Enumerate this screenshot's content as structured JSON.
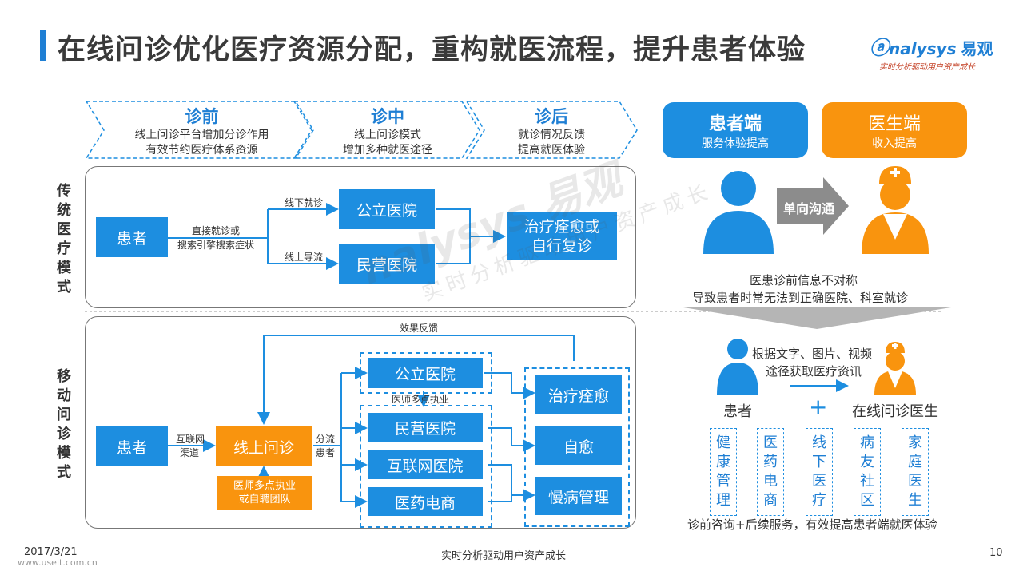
{
  "header": {
    "title": "在线问诊优化医疗资源分配，重构就医流程，提升患者体验",
    "logo_main": "nalysys",
    "logo_brand": "易观",
    "logo_tagline": "实时分析驱动用户资产成长"
  },
  "stages": [
    {
      "title": "诊前",
      "lines": [
        "线上问诊平台增加分诊作用",
        "有效节约医疗体系资源"
      ]
    },
    {
      "title": "诊中",
      "lines": [
        "线上问诊模式",
        "增加多种就医途径"
      ]
    },
    {
      "title": "诊后",
      "lines": [
        "就诊情况反馈",
        "提高就医体验"
      ]
    }
  ],
  "traditional": {
    "side_label": [
      "传",
      "统",
      "医",
      "疗",
      "模",
      "式"
    ],
    "patient": "患者",
    "route_label_1": "直接就诊或",
    "route_label_2": "搜索引擎搜索症状",
    "offline_label": "线下就诊",
    "online_label": "线上导流",
    "public_hospital": "公立医院",
    "private_hospital": "民营医院",
    "outcome_1": "治疗痊愈或",
    "outcome_2": "自行复诊"
  },
  "mobile": {
    "side_label": [
      "移",
      "动",
      "问",
      "诊",
      "模",
      "式"
    ],
    "feedback_label": "效果反馈",
    "patient": "患者",
    "channel_1": "互联网",
    "channel_2": "渠道",
    "online_consult": "线上问诊",
    "split_1": "分流",
    "split_2": "患者",
    "doctors_1": "医师多点执业",
    "doctors_2": "或自聘团队",
    "multi_site_label": "医师多点执业",
    "public_hospital": "公立医院",
    "private_hospital": "民营医院",
    "internet_hospital": "互联网医院",
    "pharma_ecommerce": "医药电商",
    "cured": "治疗痊愈",
    "self_heal": "自愈",
    "chronic": "慢病管理"
  },
  "right": {
    "patient_side_title": "患者端",
    "patient_side_sub": "服务体验提高",
    "doctor_side_title": "医生端",
    "doctor_side_sub": "收入提高",
    "one_way": "单向沟通",
    "asym_1": "医患诊前信息不对称",
    "asym_2": "导致患者时常无法到正确医院、科室就诊",
    "info_1": "根据文字、图片、视频",
    "info_2": "途径获取医疗资讯",
    "patient_label": "患者",
    "plus": "+",
    "online_doctor": "在线问诊医生",
    "services": [
      [
        "健",
        "康",
        "管",
        "理"
      ],
      [
        "医",
        "药",
        "电",
        "商"
      ],
      [
        "线",
        "下",
        "医",
        "疗"
      ],
      [
        "病",
        "友",
        "社",
        "区"
      ],
      [
        "家",
        "庭",
        "医",
        "生"
      ]
    ],
    "summary": "诊前咨询+后续服务，有效提高患者端就医体验"
  },
  "watermark": {
    "brand": "nalysys 易观",
    "tagline": "实时分析驱动用户资产成长"
  },
  "footer": {
    "date": "2017/3/21",
    "center": "实时分析驱动用户资产成长",
    "page": "10",
    "site": "www.useit.com.cn"
  },
  "colors": {
    "blue": "#1d8ee0",
    "orange": "#f9940e",
    "gray_arrow": "#8c8c8c"
  }
}
